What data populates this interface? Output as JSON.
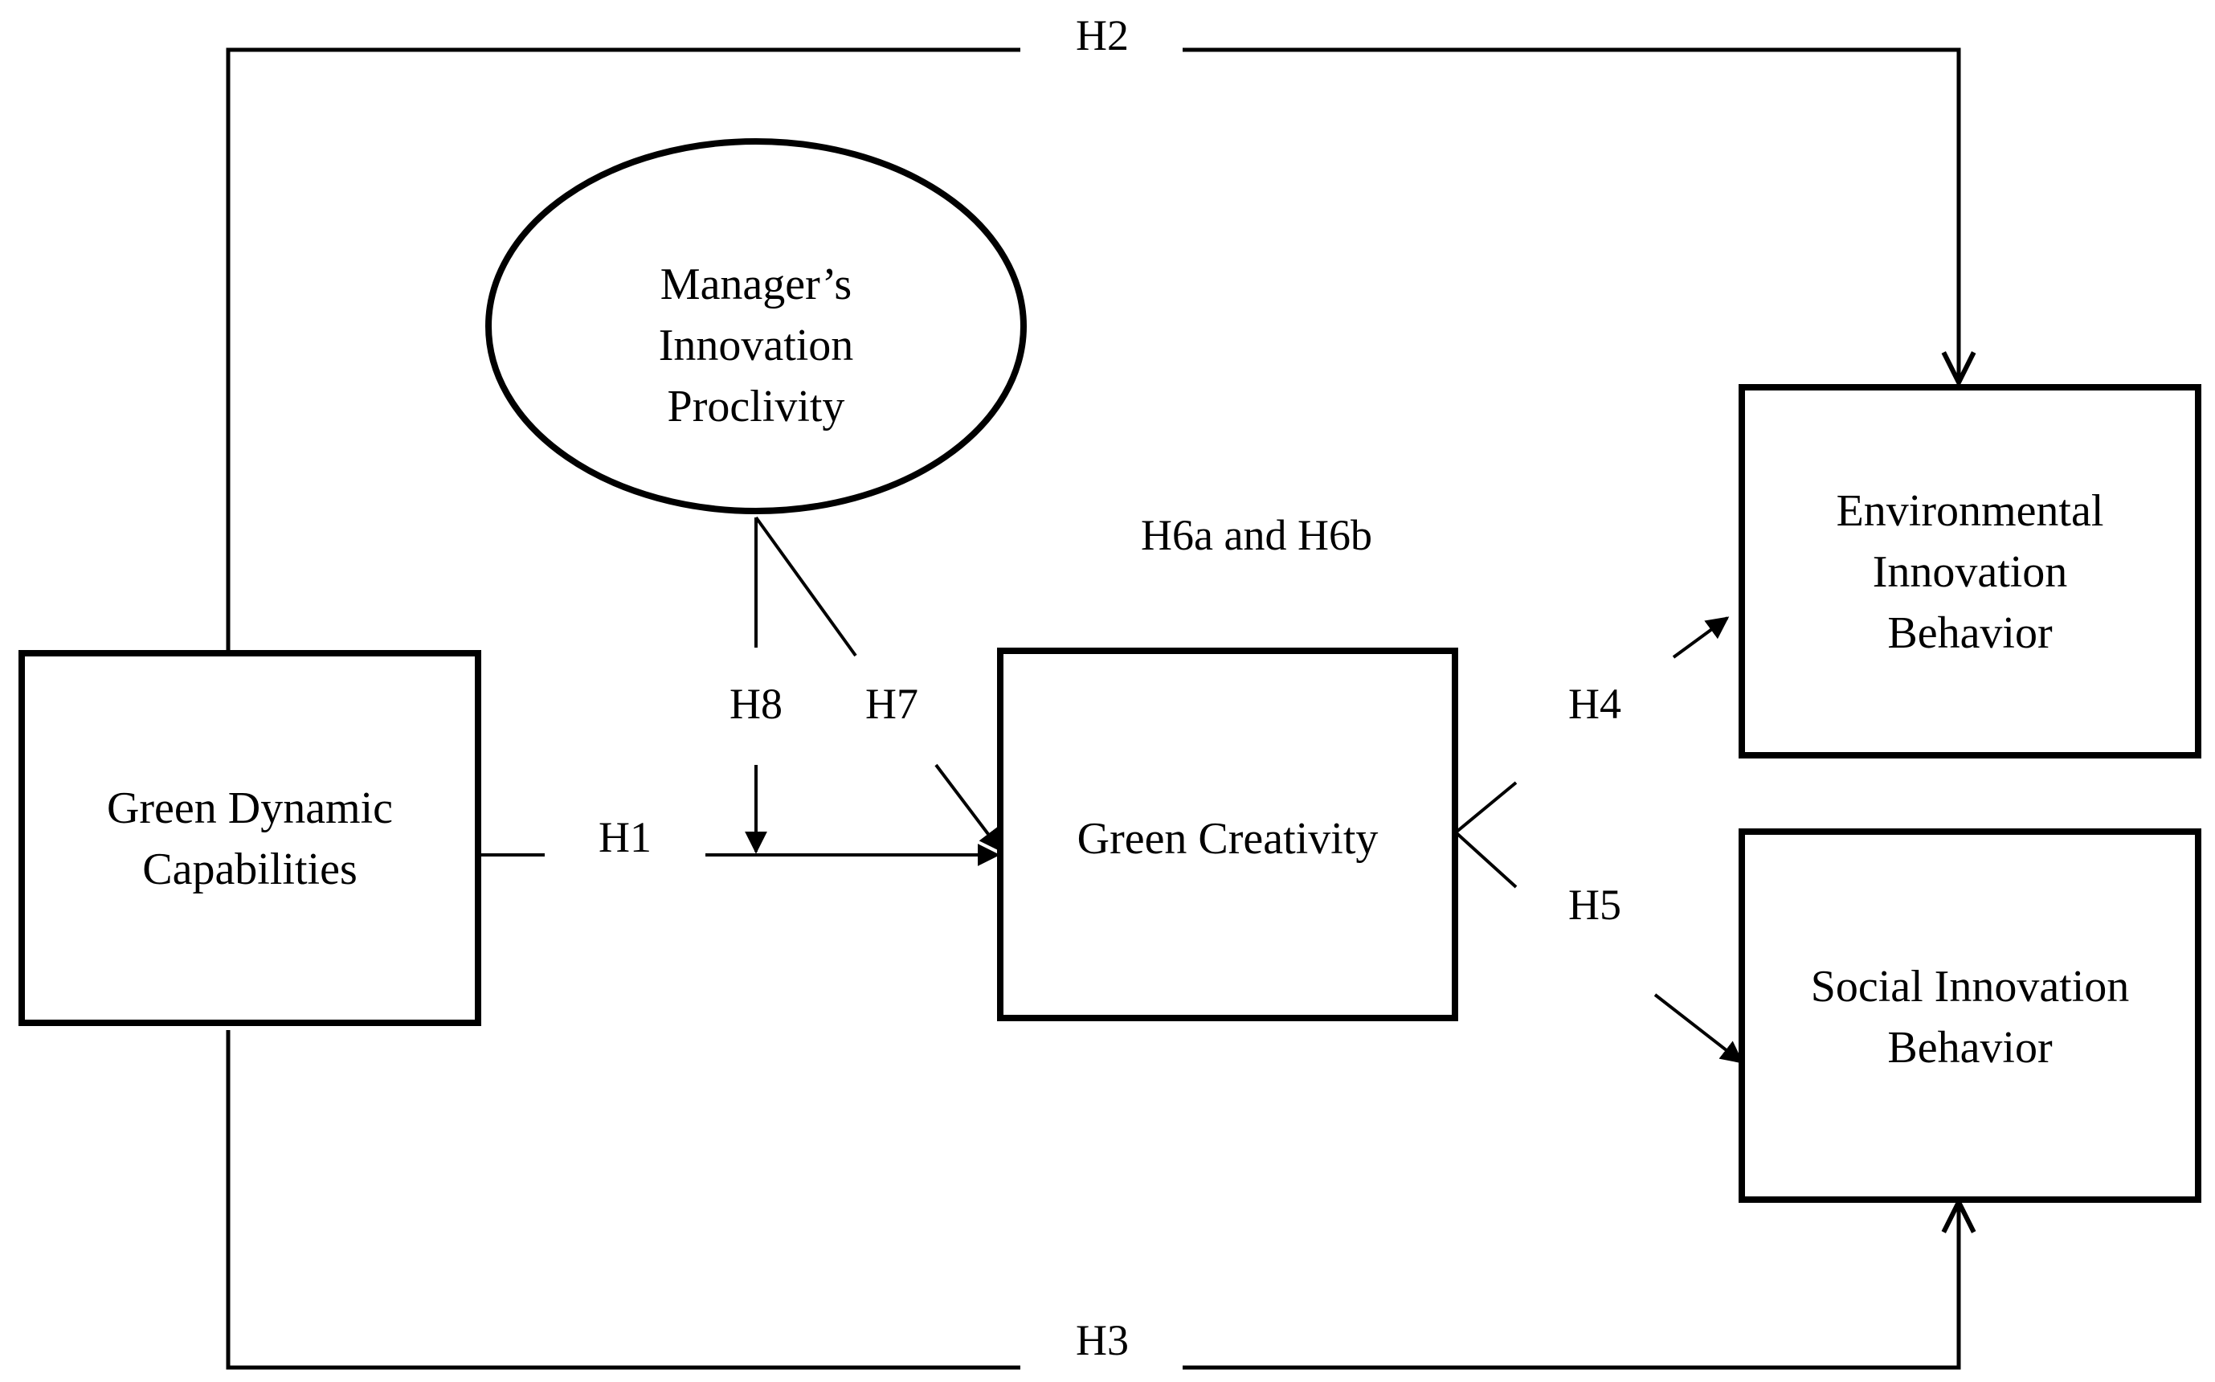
{
  "nodes": {
    "green_dynamic_capabilities": [
      "Green Dynamic",
      "Capabilities"
    ],
    "managers_innovation_proclivity": [
      "Manager’s",
      "Innovation",
      "Proclivity"
    ],
    "green_creativity": [
      "Green Creativity"
    ],
    "environmental_innovation_behavior": [
      "Environmental",
      "Innovation",
      "Behavior"
    ],
    "social_innovation_behavior": [
      "Social Innovation",
      "Behavior"
    ]
  },
  "hypotheses": {
    "h1": "H1",
    "h2": "H2",
    "h3": "H3",
    "h4": "H4",
    "h5": "H5",
    "h6": "H6a and H6b",
    "h7": "H7",
    "h8": "H8"
  },
  "colors": {
    "stroke": "#000000",
    "background": "#ffffff"
  }
}
